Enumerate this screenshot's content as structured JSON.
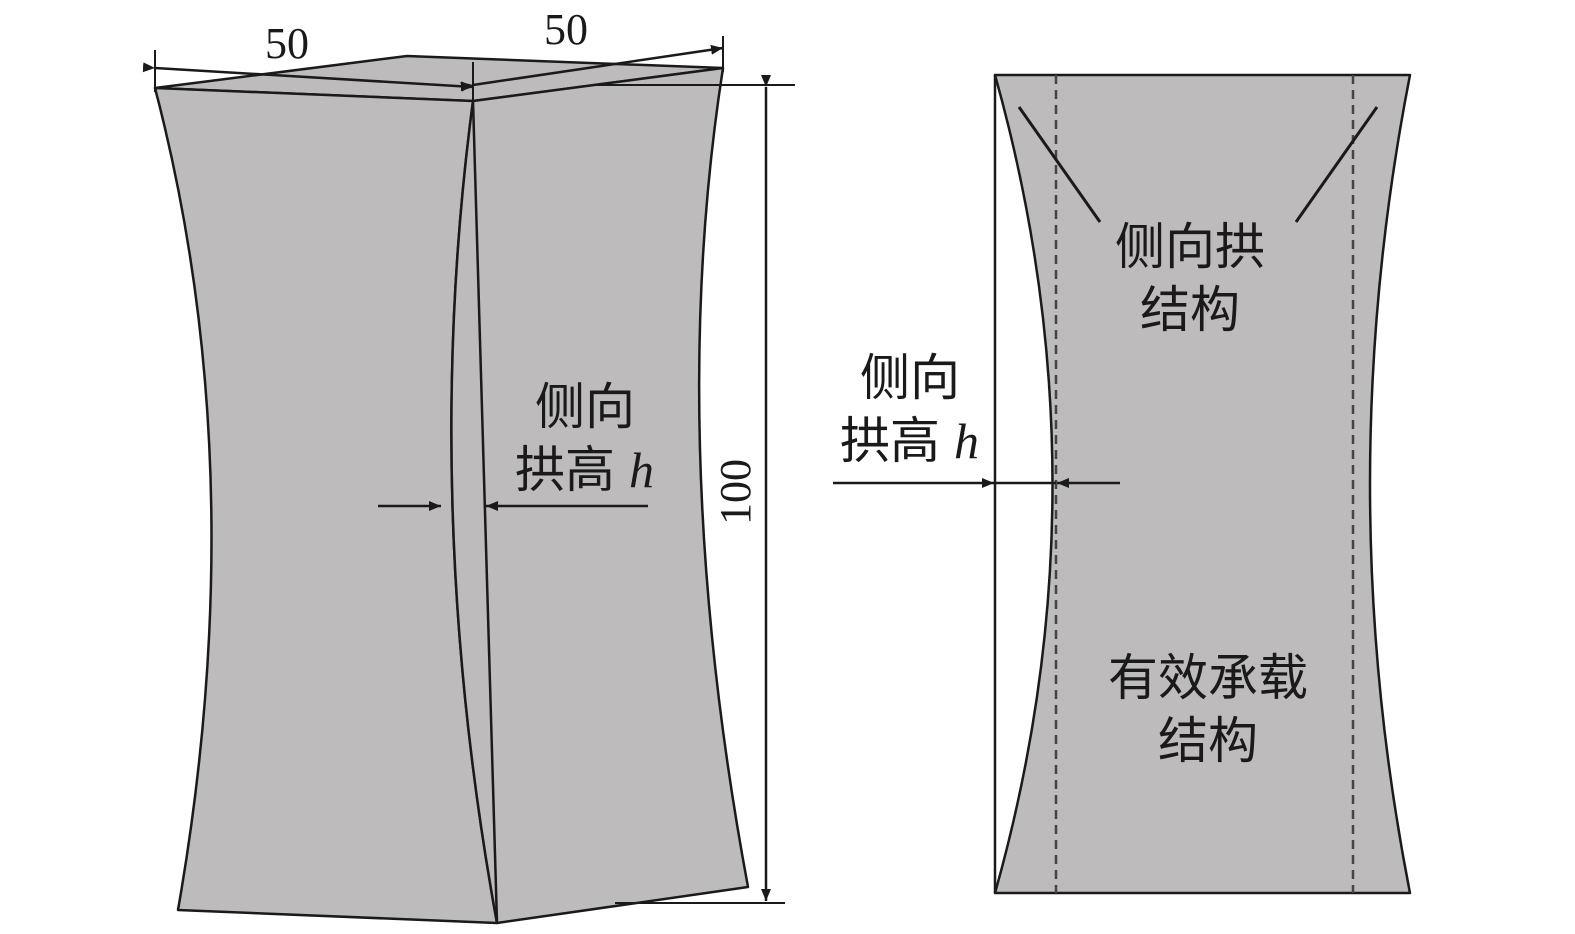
{
  "left_figure": {
    "dim_width_front": "50",
    "dim_width_side": "50",
    "dim_height": "100",
    "label_line1": "侧向",
    "label_line2": "拱高",
    "label_var": "h"
  },
  "right_figure": {
    "label_arch_line1": "侧向拱",
    "label_arch_line2": "结构",
    "label_rise_line1": "侧向",
    "label_rise_line2": "拱高",
    "label_rise_var": "h",
    "label_core_line1": "有效承载",
    "label_core_line2": "结构"
  },
  "colors": {
    "fill": "#bdbbbc",
    "stroke": "#1a1a1a",
    "background": "#ffffff"
  }
}
